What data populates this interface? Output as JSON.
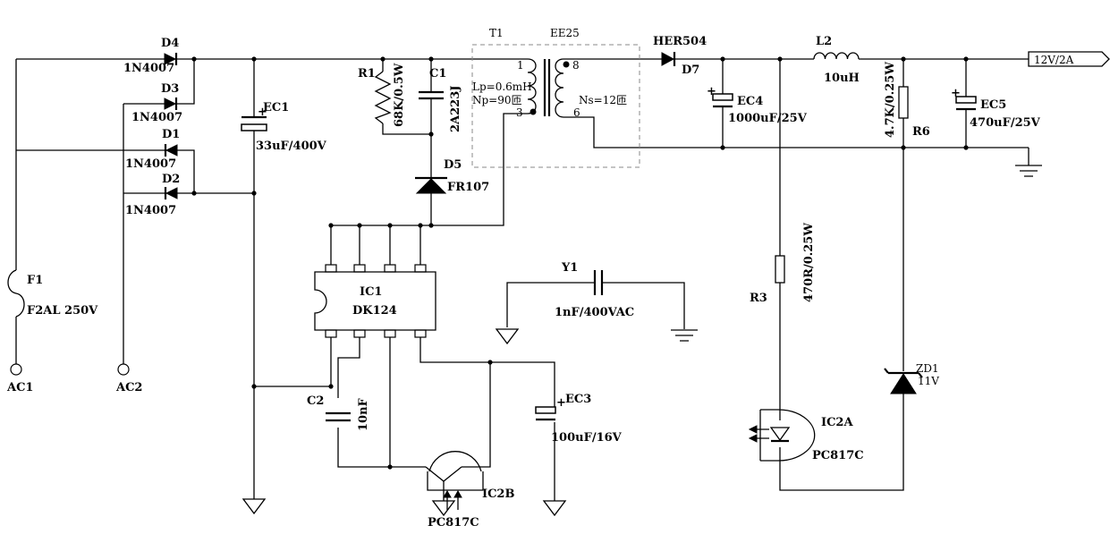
{
  "components": {
    "d4": {
      "ref": "D4",
      "part": "1N4007"
    },
    "d3": {
      "ref": "D3",
      "part": "1N4007"
    },
    "d1": {
      "ref": "D1",
      "part": "1N4007"
    },
    "d2": {
      "ref": "D2",
      "part": "1N4007"
    },
    "ec1": {
      "ref": "EC1",
      "value": "33uF/400V",
      "plus": "+"
    },
    "r1": {
      "ref": "R1",
      "value": "68K/0.5W"
    },
    "c1": {
      "ref": "C1",
      "value": "2A223J"
    },
    "d5": {
      "ref": "D5",
      "part": "FR107"
    },
    "t1": {
      "ref": "T1",
      "core": "EE25",
      "lp": "Lp=0.6mH",
      "np": "Np=90匝",
      "ns": "Ns=12匝",
      "pin1": "1",
      "pin3": "3",
      "pin8": "8",
      "pin6": "6"
    },
    "d7": {
      "ref": "D7",
      "part": "HER504"
    },
    "ec4": {
      "ref": "EC4",
      "value": "1000uF/25V",
      "plus": "+"
    },
    "l2": {
      "ref": "L2",
      "value": "10uH"
    },
    "r6": {
      "ref": "R6",
      "value": "4.7K/0.25W"
    },
    "ec5": {
      "ref": "EC5",
      "value": "470uF/25V",
      "plus": "+"
    },
    "output": {
      "label": "12V/2A"
    },
    "f1": {
      "ref": "F1",
      "value": "F2AL 250V"
    },
    "ac1": {
      "label": "AC1"
    },
    "ac2": {
      "label": "AC2"
    },
    "ic1": {
      "ref": "IC1",
      "part": "DK124"
    },
    "y1": {
      "ref": "Y1",
      "value": "1nF/400VAC"
    },
    "r3": {
      "ref": "R3",
      "value": "470R/0.25W"
    },
    "zd1": {
      "ref": "ZD1",
      "value": "11V"
    },
    "ic2a": {
      "ref": "IC2A",
      "part": "PC817C"
    },
    "c2": {
      "ref": "C2",
      "value": "10nF"
    },
    "ec3": {
      "ref": "EC3",
      "value": "100uF/16V",
      "plus": "+"
    },
    "ic2b": {
      "ref": "IC2B",
      "part": "PC817C"
    }
  }
}
